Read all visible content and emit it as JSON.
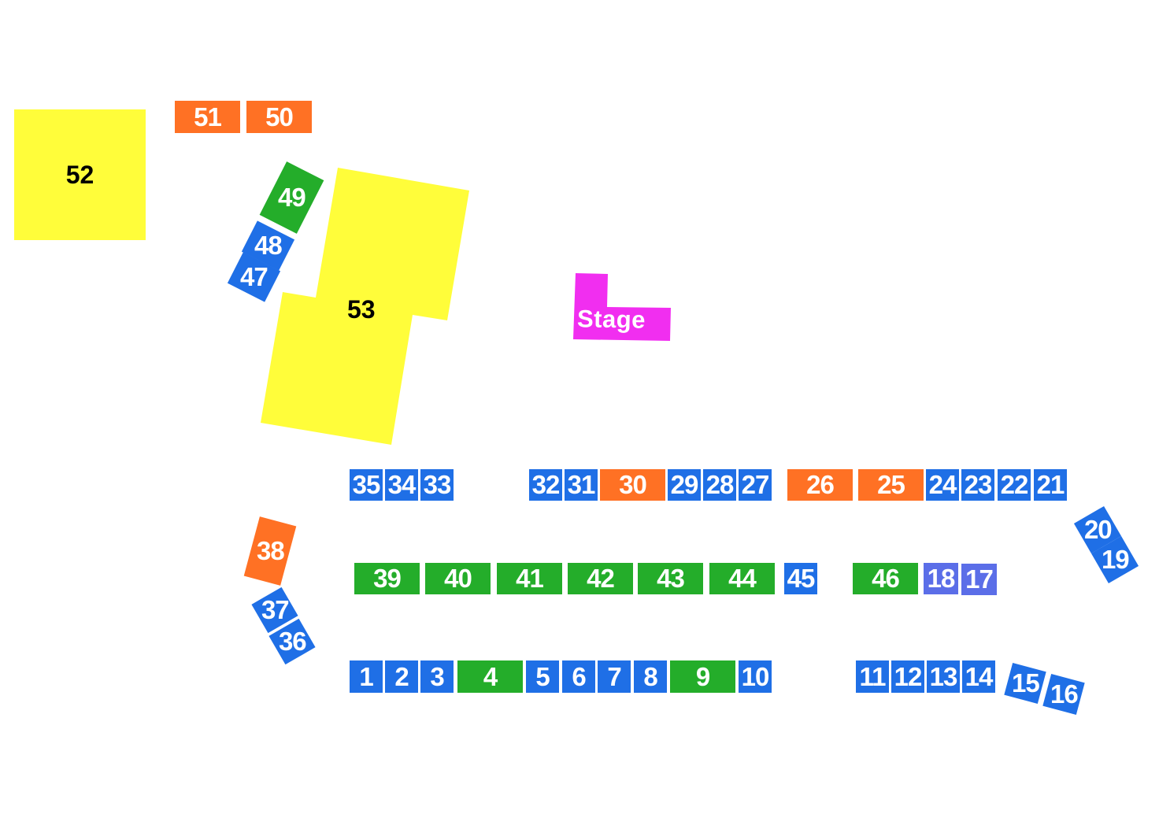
{
  "colors": {
    "blue": "#1f6fe6",
    "green": "#24ad2a",
    "orange": "#ff7124",
    "violet": "#5b6ee8",
    "yellow": "#fffd3a",
    "magenta": "#f12ef0"
  },
  "stage": {
    "label": "Stage"
  },
  "sections": {
    "s1": "1",
    "s2": "2",
    "s3": "3",
    "s4": "4",
    "s5": "5",
    "s6": "6",
    "s7": "7",
    "s8": "8",
    "s9": "9",
    "s10": "10",
    "s11": "11",
    "s12": "12",
    "s13": "13",
    "s14": "14",
    "s15": "15",
    "s16": "16",
    "s17": "17",
    "s18": "18",
    "s19": "19",
    "s20": "20",
    "s21": "21",
    "s22": "22",
    "s23": "23",
    "s24": "24",
    "s25": "25",
    "s26": "26",
    "s27": "27",
    "s28": "28",
    "s29": "29",
    "s30": "30",
    "s31": "31",
    "s32": "32",
    "s33": "33",
    "s34": "34",
    "s35": "35",
    "s36": "36",
    "s37": "37",
    "s38": "38",
    "s39": "39",
    "s40": "40",
    "s41": "41",
    "s42": "42",
    "s43": "43",
    "s44": "44",
    "s45": "45",
    "s46": "46",
    "s47": "47",
    "s48": "48",
    "s49": "49",
    "s50": "50",
    "s51": "51",
    "s52": "52",
    "s53": "53"
  }
}
